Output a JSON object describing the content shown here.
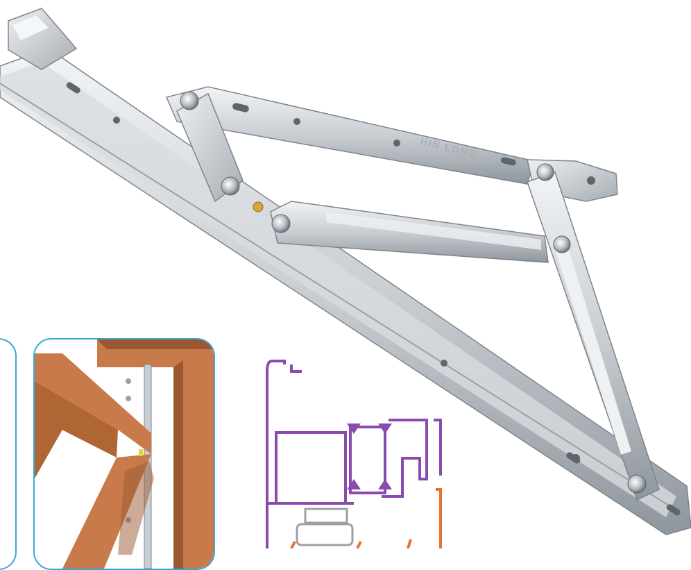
{
  "image": {
    "subject": "friction-stay-window-hinge",
    "engraving_primary": "HIN LONG",
    "engraving_secondary": "HIN LONG",
    "colors": {
      "background": "#ffffff",
      "steel_light": "#e4e7ea",
      "steel_mid": "#c3c8cd",
      "steel_dark": "#8d949b",
      "inset_border": "#3aa6d8",
      "wood": "#c97a4a",
      "wood_dark": "#9a5732",
      "profile_purple": "#8a4bb0",
      "profile_orange": "#e8742a",
      "profile_gray": "#9aa0a6"
    }
  }
}
